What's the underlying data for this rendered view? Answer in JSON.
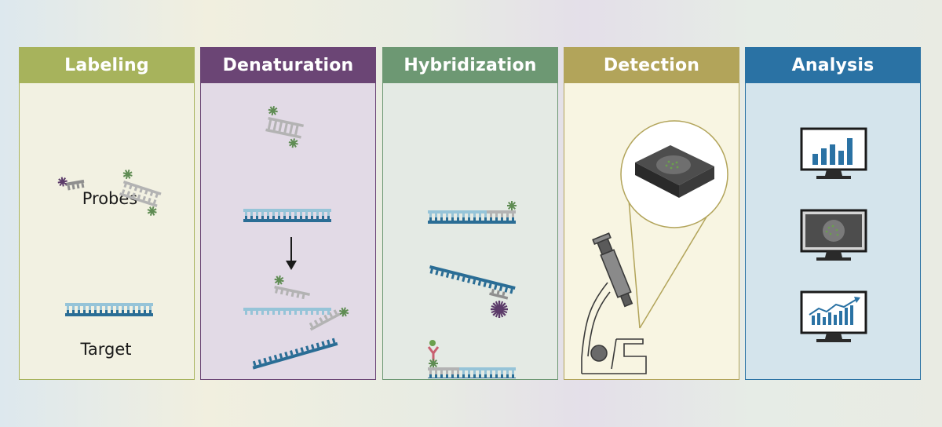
{
  "panels": [
    {
      "title": "Labeling",
      "color": "#a7b35c"
    },
    {
      "title": "Denaturation",
      "color": "#6b4575"
    },
    {
      "title": "Hybridization",
      "color": "#6d9873"
    },
    {
      "title": "Detection",
      "color": "#b2a45a"
    },
    {
      "title": "Analysis",
      "color": "#2a72a4"
    }
  ],
  "labeling": {
    "probes_label": "Probes",
    "target_label": "Target"
  },
  "colors": {
    "dark_strand": "#2a6d95",
    "light_strand": "#96c4d8",
    "probe_gray": "#b3b3b3",
    "green_label": "#5f8c53",
    "purple_label": "#5b3b69",
    "antibody_pink": "#c96070"
  },
  "icons": {
    "labeling": [
      "small-probe-icon",
      "large-probe-icon",
      "target-dna-icon"
    ],
    "denaturation": [
      "probe-icon",
      "double-strand-dna-icon",
      "down-arrow-icon",
      "separated-probes-icon",
      "separated-strands-icon"
    ],
    "hybridization": [
      "hybridized-probe-icon",
      "purple-label-probe-icon",
      "antibody-probe-icon"
    ],
    "detection": [
      "microscope-icon",
      "magnified-slide-icon"
    ],
    "analysis": [
      "bar-chart-monitor-icon",
      "image-monitor-icon",
      "trend-chart-monitor-icon"
    ]
  }
}
